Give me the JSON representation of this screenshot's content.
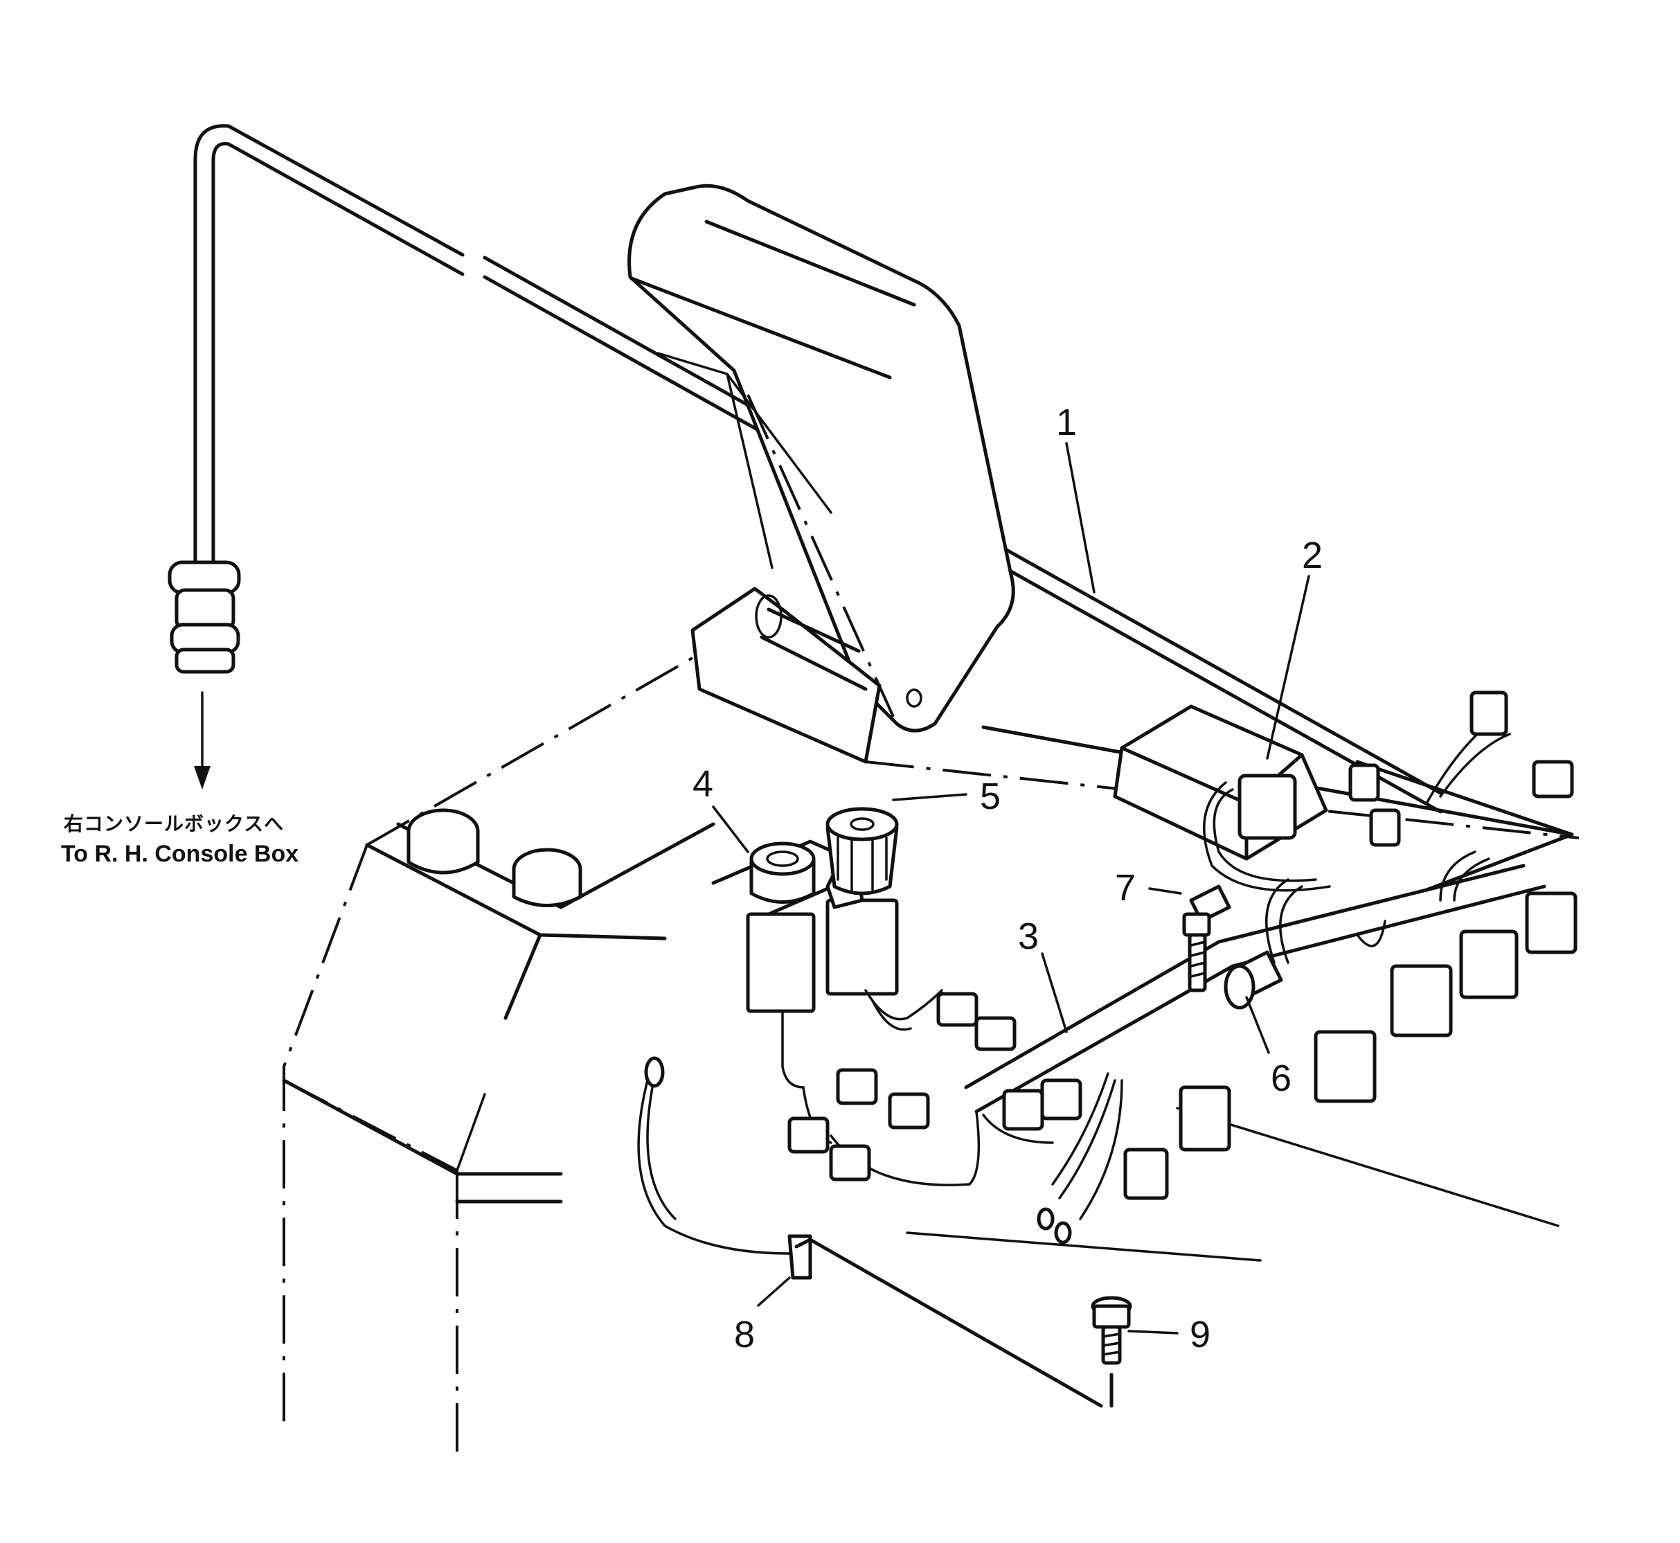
{
  "callouts": [
    {
      "id": "1",
      "label": "1"
    },
    {
      "id": "2",
      "label": "2"
    },
    {
      "id": "3",
      "label": "3"
    },
    {
      "id": "4",
      "label": "4"
    },
    {
      "id": "5",
      "label": "5"
    },
    {
      "id": "6",
      "label": "6"
    },
    {
      "id": "7",
      "label": "7"
    },
    {
      "id": "8",
      "label": "8"
    },
    {
      "id": "9",
      "label": "9"
    }
  ],
  "note": {
    "japanese": "右コンソールボックスへ",
    "english": "To R. H. Console Box"
  }
}
